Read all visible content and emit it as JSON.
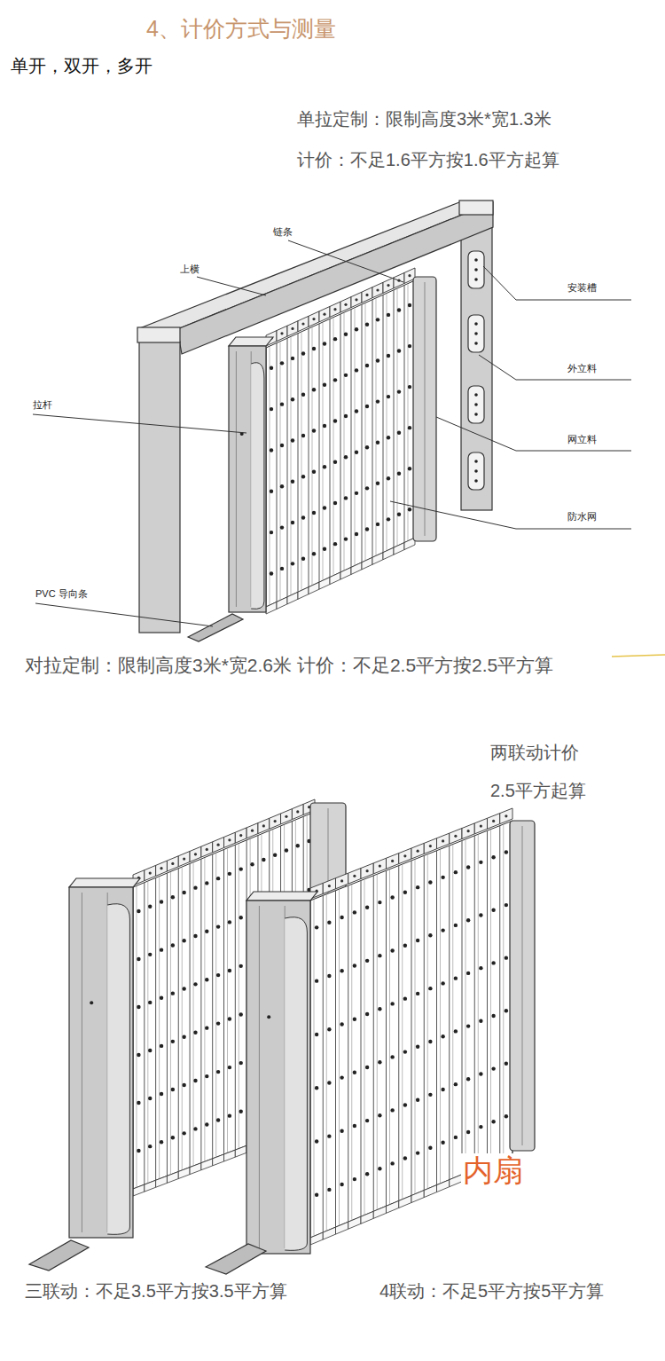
{
  "diagram": {
    "title": "4、计价方式与测量",
    "labels": [
      "单开，双开，多开",
      "单拉定制：限制高度3米*宽1.3米",
      "计价：不足1.6平方按1.6平方起算",
      "链条",
      "上横",
      "安装槽",
      "外立料",
      "拉杆",
      "网立料",
      "防水网",
      "PVC 导向条",
      "对拉定制：限制高度3米*宽2.6米 计价：不足2.5平方按2.5平方算",
      "两联动计价",
      "2.5平方起算",
      "内扇",
      "三联动：不足3.5平方按3.5平方算",
      "4联动：不足5平方按5平方算"
    ]
  }
}
